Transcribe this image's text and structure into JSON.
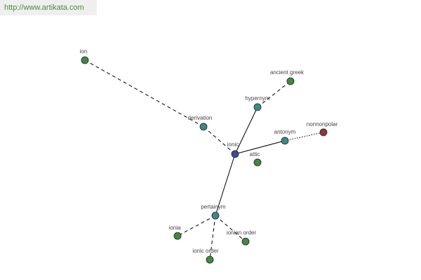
{
  "watermark": "http://www.artikata.com",
  "graph": {
    "center": "ionic",
    "nodes": [
      {
        "id": "ionic",
        "label": "ionic",
        "kind": "center"
      },
      {
        "id": "hypernym",
        "label": "hypernym",
        "kind": "relation"
      },
      {
        "id": "derivation",
        "label": "derivation",
        "kind": "relation"
      },
      {
        "id": "antonym",
        "label": "antonym",
        "kind": "relation"
      },
      {
        "id": "pertainym",
        "label": "pertainym",
        "kind": "relation"
      },
      {
        "id": "ion",
        "label": "ion",
        "kind": "word"
      },
      {
        "id": "ancient-greek",
        "label": "ancient greek",
        "kind": "word"
      },
      {
        "id": "nonpolar",
        "label": "nonnonpolar",
        "kind": "antonym-word"
      },
      {
        "id": "attic",
        "label": "attic",
        "kind": "word"
      },
      {
        "id": "ionia",
        "label": "ionia",
        "kind": "word"
      },
      {
        "id": "ionian-order",
        "label": "ionian order",
        "kind": "word"
      },
      {
        "id": "ionic-order",
        "label": "ionic order",
        "kind": "word"
      }
    ],
    "edges": [
      {
        "from": "ionic",
        "to": "hypernym",
        "style": "solid"
      },
      {
        "from": "ionic",
        "to": "antonym",
        "style": "solid"
      },
      {
        "from": "ionic",
        "to": "pertainym",
        "style": "solid"
      },
      {
        "from": "ionic",
        "to": "derivation",
        "style": "dashed"
      },
      {
        "from": "derivation",
        "to": "ion",
        "style": "dashed"
      },
      {
        "from": "hypernym",
        "to": "ancient-greek",
        "style": "dashed"
      },
      {
        "from": "antonym",
        "to": "nonpolar",
        "style": "dotted"
      },
      {
        "from": "pertainym",
        "to": "ionia",
        "style": "dashed"
      },
      {
        "from": "pertainym",
        "to": "ionian-order",
        "style": "dashed"
      },
      {
        "from": "pertainym",
        "to": "ionic-order",
        "style": "dashed"
      }
    ],
    "colors": {
      "center": "#3b4f8c",
      "relation": "#3a8a8a",
      "word": "#3f8a3f",
      "antonym-word": "#8b3a3a",
      "edge": "#000000"
    }
  }
}
